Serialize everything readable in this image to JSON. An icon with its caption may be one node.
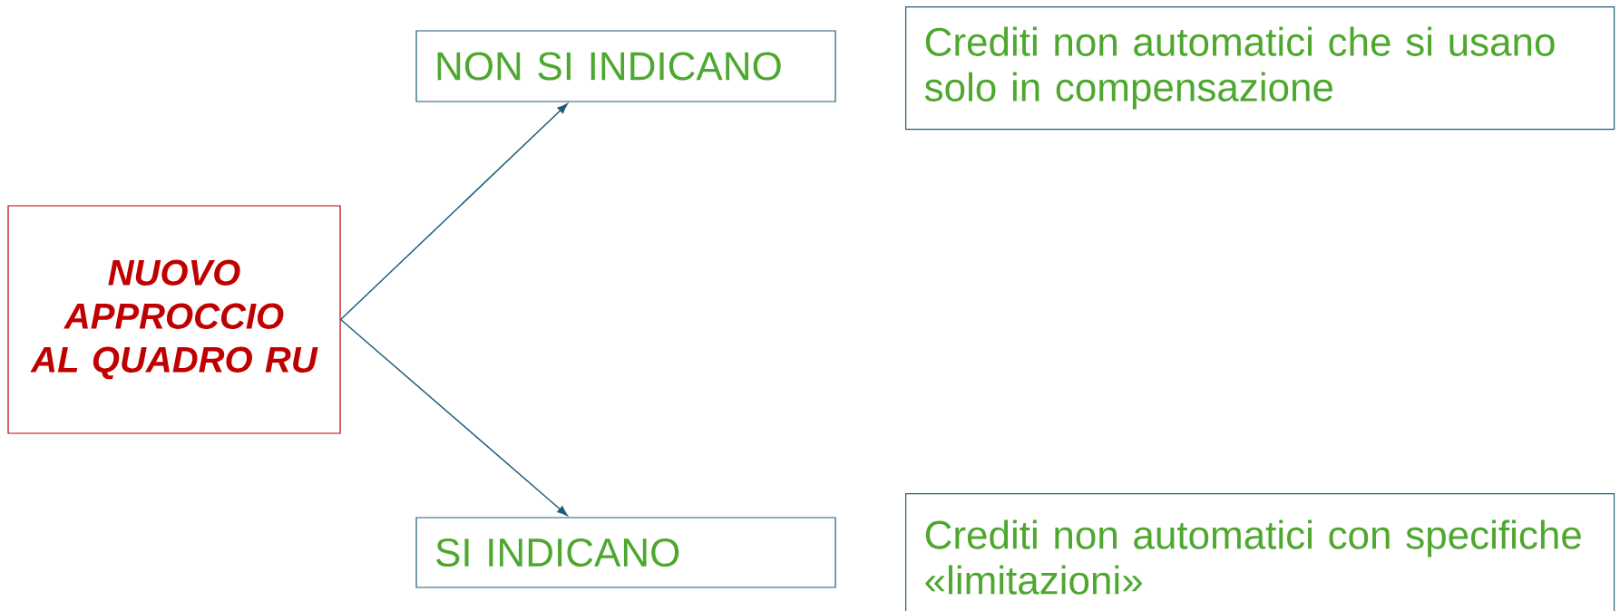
{
  "diagram": {
    "nodes": [
      {
        "text": [
          "NUOVO APPROCCIO AL QUADRO RU"
        ]
      },
      {
        "text": [
          "NON SI INDICANO"
        ]
      },
      {
        "text": [
          "Crediti non automatici che si usano solo in compensazione"
        ]
      },
      {
        "text": [
          "SI INDICANO"
        ]
      },
      {
        "text": [
          "Crediti non automatici con specifiche «limitazioni»"
        ]
      }
    ],
    "edges": [
      {
        "from": 0,
        "to": 1,
        "arrow": "to"
      },
      {
        "from": 0,
        "to": 3,
        "arrow": "to"
      }
    ]
  }
}
